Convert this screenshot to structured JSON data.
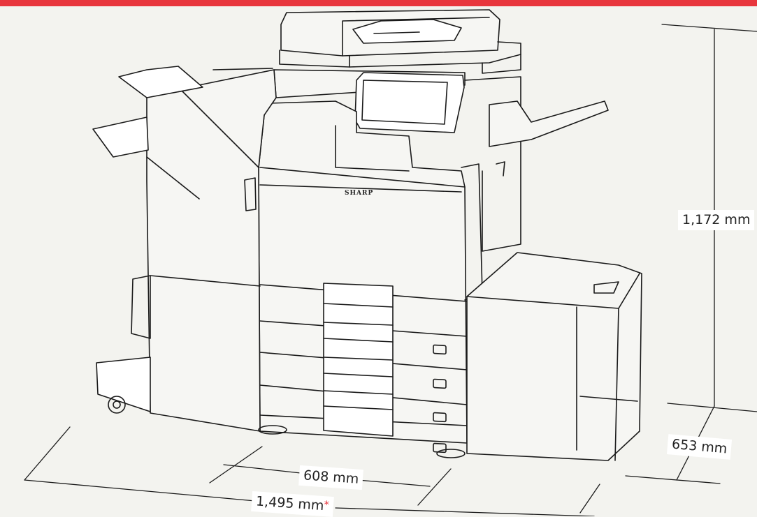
{
  "colors": {
    "accent": "#e8363d",
    "background": "#f3f3ef",
    "line": "#1a1a1a",
    "label_bg": "#ffffff",
    "asterisk": "#e8363d"
  },
  "brand": "SHARP",
  "dimensions": {
    "height": "1,172 mm",
    "depth": "653 mm",
    "width_main": "608 mm",
    "width_total": "1,495 mm",
    "width_total_note": "*"
  }
}
